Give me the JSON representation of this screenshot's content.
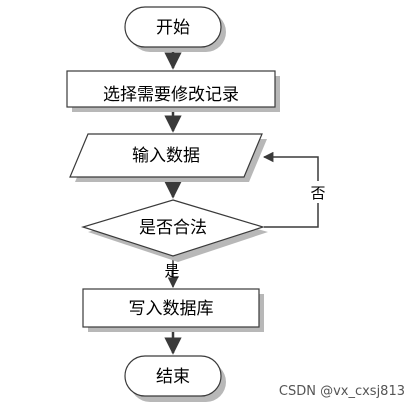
{
  "diagram": {
    "type": "flowchart",
    "nodes": {
      "start": {
        "shape": "terminator",
        "label": "开始"
      },
      "select": {
        "shape": "process",
        "label": "选择需要修改记录"
      },
      "input": {
        "shape": "data",
        "label": "输入数据"
      },
      "decision": {
        "shape": "decision",
        "label": "是否合法"
      },
      "write": {
        "shape": "process",
        "label": "写入数据库"
      },
      "end": {
        "shape": "terminator",
        "label": "结束"
      }
    },
    "edges": [
      {
        "from": "start",
        "to": "select",
        "label": ""
      },
      {
        "from": "select",
        "to": "input",
        "label": ""
      },
      {
        "from": "input",
        "to": "decision",
        "label": ""
      },
      {
        "from": "decision",
        "to": "write",
        "label": "是"
      },
      {
        "from": "decision",
        "to": "input",
        "label": "否"
      },
      {
        "from": "write",
        "to": "end",
        "label": ""
      }
    ],
    "labels": {
      "yes": "是",
      "no": "否"
    }
  },
  "watermark": "CSDN @vx_cxsj813",
  "colors": {
    "stroke": "#3a3a3a",
    "shadow": "#b8b8b8",
    "fill": "#ffffff",
    "text": "#000000",
    "watermark": "#555555"
  }
}
